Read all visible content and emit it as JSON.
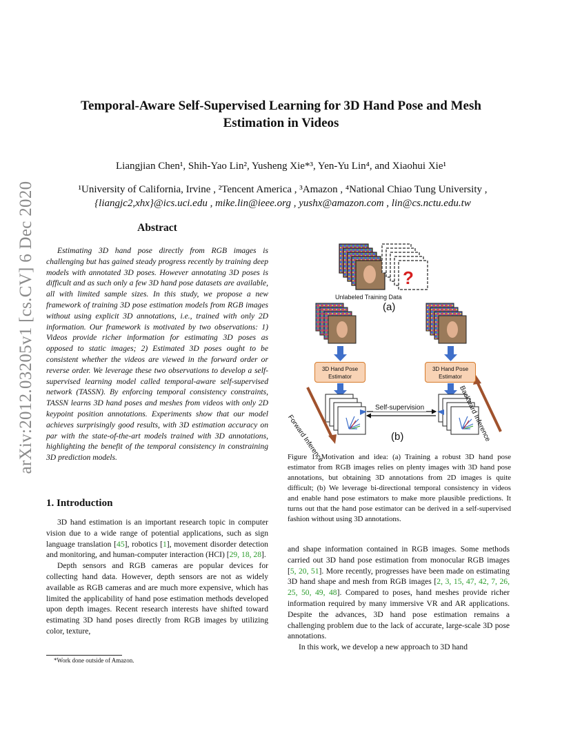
{
  "arxiv_id": "arXiv:2012.03205v1  [cs.CV]  6 Dec 2020",
  "title_line1": "Temporal-Aware Self-Supervised Learning for 3D Hand Pose and Mesh",
  "title_line2": "Estimation in Videos",
  "authors": "Liangjian Chen¹, Shih-Yao Lin², Yusheng Xie*³, Yen-Yu Lin⁴, and Xiaohui Xie¹",
  "affiliations": "¹University of California, Irvine , ²Tencent America , ³Amazon , ⁴National Chiao Tung University ,",
  "emails": "{liangjc2,xhx}@ics.uci.edu ,  mike.lin@ieee.org ,  yushx@amazon.com ,  lin@cs.nctu.edu.tw",
  "abstract_heading": "Abstract",
  "abstract_text": "Estimating 3D hand pose directly from RGB images is challenging but has gained steady progress recently by training deep models with annotated 3D poses. However annotating 3D poses is difficult and as such only a few 3D hand pose datasets are available, all with limited sample sizes. In this study, we propose a new framework of training 3D pose estimation models from RGB images without using explicit 3D annotations, i.e., trained with only 2D information. Our framework is motivated by two observations: 1) Videos provide richer information for estimating 3D poses as opposed to static images; 2) Estimated 3D poses ought to be consistent whether the videos are viewed in the forward order or reverse order. We leverage these two observations to develop a self-supervised learning model called temporal-aware self-supervised network (TASSN). By enforcing temporal consistency constraints, TASSN learns 3D hand poses and meshes from videos with only 2D keypoint position annotations. Experiments show that our model achieves surprisingly good results, with 3D estimation accuracy on par with the state-of-the-art models trained with 3D annotations, highlighting the benefit of the temporal consistency in constraining 3D prediction models.",
  "intro_heading": "1. Introduction",
  "intro_p1": {
    "a": "3D hand estimation is an important research topic in computer vision due to a wide range of potential applications, such as sign language translation [",
    "c1": "45",
    "b": "], robotics [",
    "c2": "1",
    "c": "], movement disorder detection and monitoring, and human-computer interaction (HCI) [",
    "c3": "29, 18, 28",
    "d": "]."
  },
  "intro_p2": "Depth sensors and RGB cameras are popular devices for collecting hand data. However, depth sensors are not as widely available as RGB cameras and are much more expensive, which has limited the applicability of hand pose estimation methods developed upon depth images. Recent research interests have shifted toward estimating 3D hand poses directly from RGB images by utilizing color, texture,",
  "footnote": "*Work done outside of Amazon.",
  "right_p1": {
    "a": "and shape information contained in RGB images. Some methods carried out 3D hand pose estimation from monocular RGB images [",
    "c1": "5, 20, 51",
    "b": "]. More recently, progresses have been made on estimating 3D hand shape and mesh from RGB images [",
    "c2": "2, 3, 15, 47, 42, 7, 26, 25, 50, 49, 48",
    "c": "]. Compared to poses, hand meshes provide richer information required by many immersive VR and AR applications. Despite the advances, 3D hand pose estimation remains a challenging problem due to the lack of accurate, large-scale 3D pose annotations."
  },
  "right_p2": "In this work, we develop a new approach to 3D hand",
  "figure": {
    "unlabeled_label": "Unlabeled Training Data",
    "label_a": "(a)",
    "label_b": "(b)",
    "estimator_left": "3D Hand Pose Estimator",
    "estimator_right": "3D Hand Pose Estimator",
    "self_supervision": "Self-supervision",
    "forward": "Forward Inference",
    "backward": "Backward Inference",
    "question_mark": "?",
    "colors": {
      "arrow_blue": "#3f6fc9",
      "box_orange": "#f8d3b5",
      "inference_brown": "#a0522d",
      "question_red": "#d62020"
    }
  },
  "caption": "Figure 1. Motivation and idea: (a) Training a robust 3D hand pose estimator from RGB images relies on plenty images with 3D hand pose annotations, but obtaining 3D annotations from 2D images is quite difficult; (b) We leverage bi-directional temporal consistency in videos and enable hand pose estimators to make more plausible predictions. It turns out that the hand pose estimator can be derived in a self-supervised fashion without using 3D annotations."
}
